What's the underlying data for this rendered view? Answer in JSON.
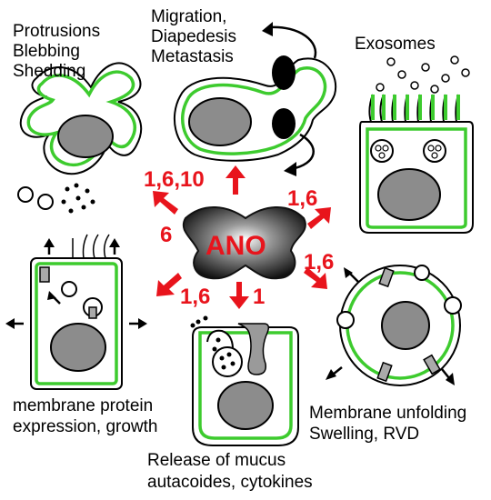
{
  "labels": {
    "protrusions": [
      "Protrusions",
      "Blebbing",
      "Shedding"
    ],
    "migration": [
      "Migration,",
      "Diapedesis",
      "Metastasis"
    ],
    "exosomes": "Exosomes",
    "membrane_protein": [
      "membrane protein",
      "expression, growth"
    ],
    "release": [
      "Release of  mucus",
      "autacoides, cytokines"
    ],
    "membrane_unfolding": [
      "Membrane unfolding",
      "Swelling, RVD"
    ],
    "center": "ANO"
  },
  "arrow_labels": {
    "up": "1,6,10",
    "upper_left": "6",
    "upper_right": "1,6",
    "right": "1,6",
    "lower_left": "1,6",
    "down": "1"
  },
  "colors": {
    "membrane_green": "#3dcb2e",
    "arrow_red": "#e8141c",
    "nucleus_gray": "#8c8c8c"
  }
}
